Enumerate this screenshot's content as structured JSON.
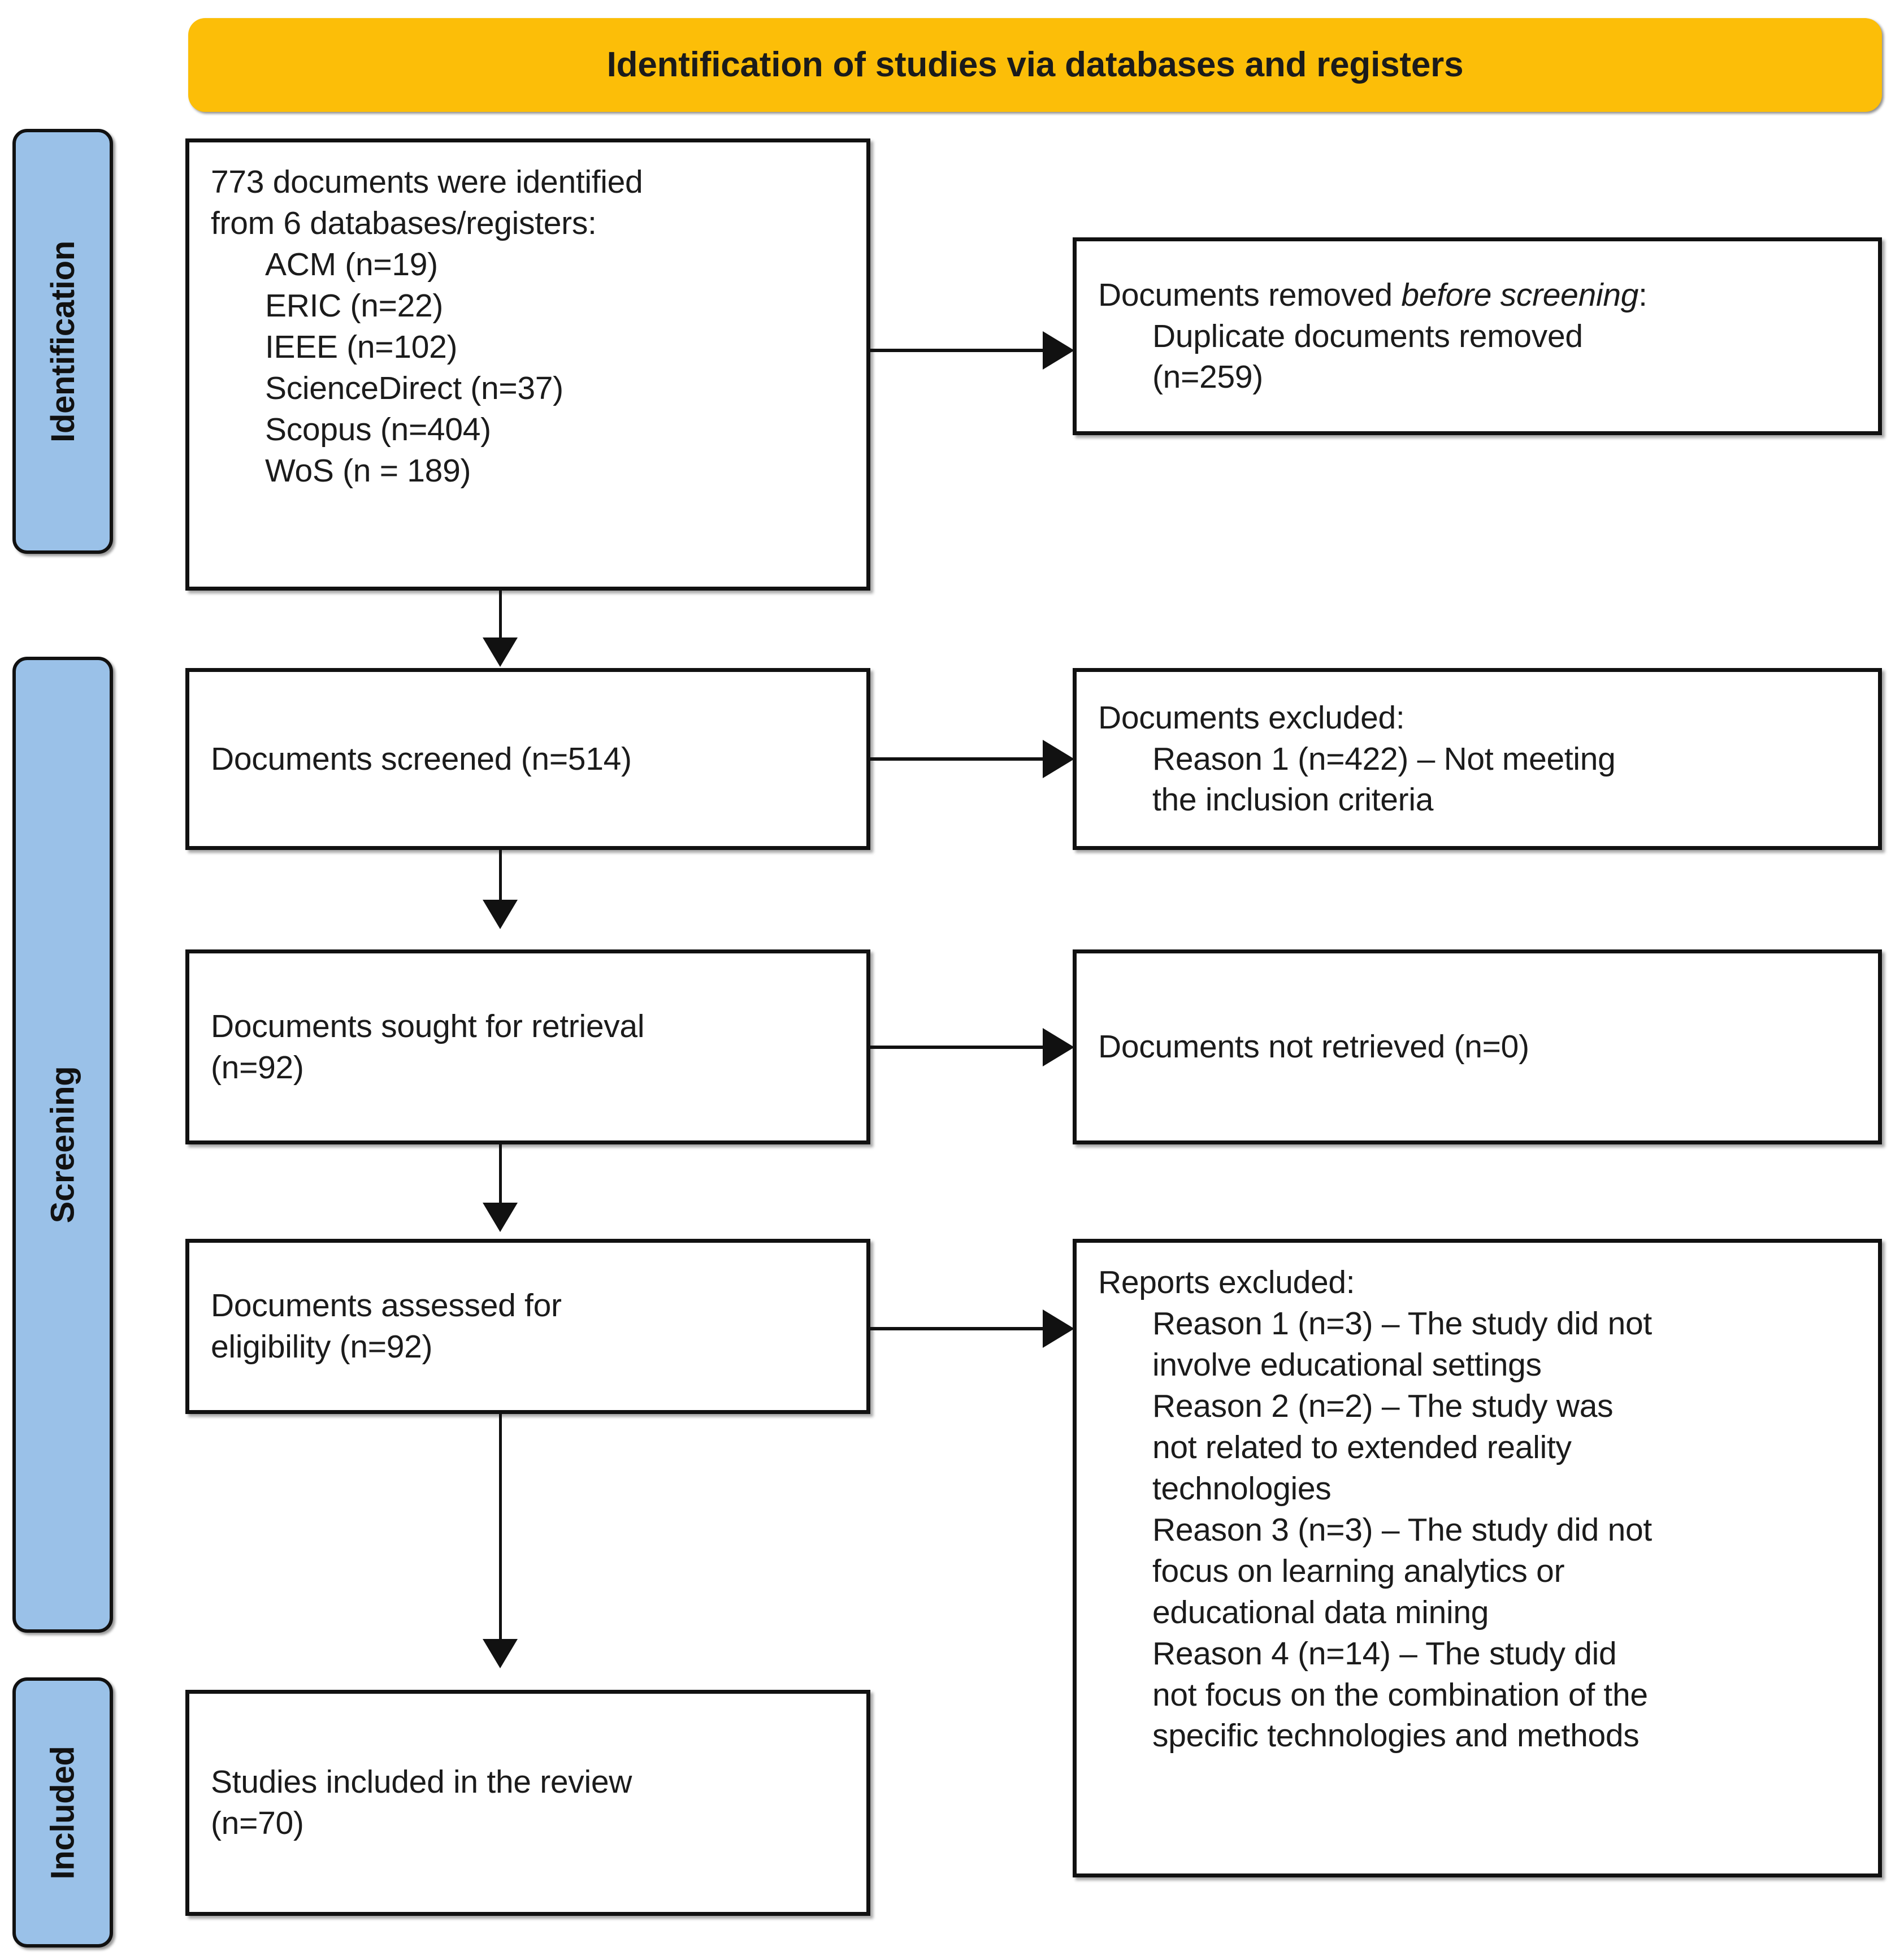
{
  "banner": {
    "title": "Identification of studies via databases and registers"
  },
  "rails": [
    {
      "key": "identification",
      "label": "Identification"
    },
    {
      "key": "screening",
      "label": "Screening"
    },
    {
      "key": "included",
      "label": "Included"
    }
  ],
  "boxes": {
    "identified": {
      "line1": "773 documents were identified",
      "line2": "from 6 databases/registers:",
      "sources": [
        "ACM (n=19)",
        "ERIC (n=22)",
        "IEEE (n=102)",
        "ScienceDirect (n=37)",
        "Scopus (n=404)",
        "WoS (n = 189)"
      ]
    },
    "removed": {
      "heading_pre": "Documents removed ",
      "heading_em": "before screening",
      "heading_post": ":",
      "line2": "Duplicate documents removed",
      "line3": "(n=259)"
    },
    "screened": {
      "line1": "Documents screened (n=514)"
    },
    "excluded": {
      "heading": "Documents excluded:",
      "line2": "Reason 1 (n=422) – Not meeting",
      "line3": "the inclusion criteria"
    },
    "sought": {
      "line1": "Documents sought for retrieval",
      "line2": "(n=92)"
    },
    "notretrieved": {
      "line1": "Documents not retrieved (n=0)"
    },
    "assessed": {
      "line1": "Documents assessed for",
      "line2": "eligibility (n=92)"
    },
    "reports": {
      "heading": "Reports excluded:",
      "reasons": [
        "Reason 1 (n=3) – The study did not",
        "involve educational settings",
        "Reason 2 (n=2) – The study was",
        "not related to extended reality",
        "technologies",
        "Reason 3 (n=3) – The study did not",
        "focus on learning analytics or",
        "educational data mining",
        "Reason 4 (n=14) – The study did",
        "not focus on the combination of the",
        "specific technologies and methods"
      ]
    },
    "included": {
      "line1": "Studies included in the review",
      "line2": "(n=70)"
    }
  },
  "colors": {
    "banner_fill": "#FCBE08",
    "rail_fill": "#9AC1E8",
    "stroke": "#111111",
    "box_fill": "#FFFFFF"
  }
}
